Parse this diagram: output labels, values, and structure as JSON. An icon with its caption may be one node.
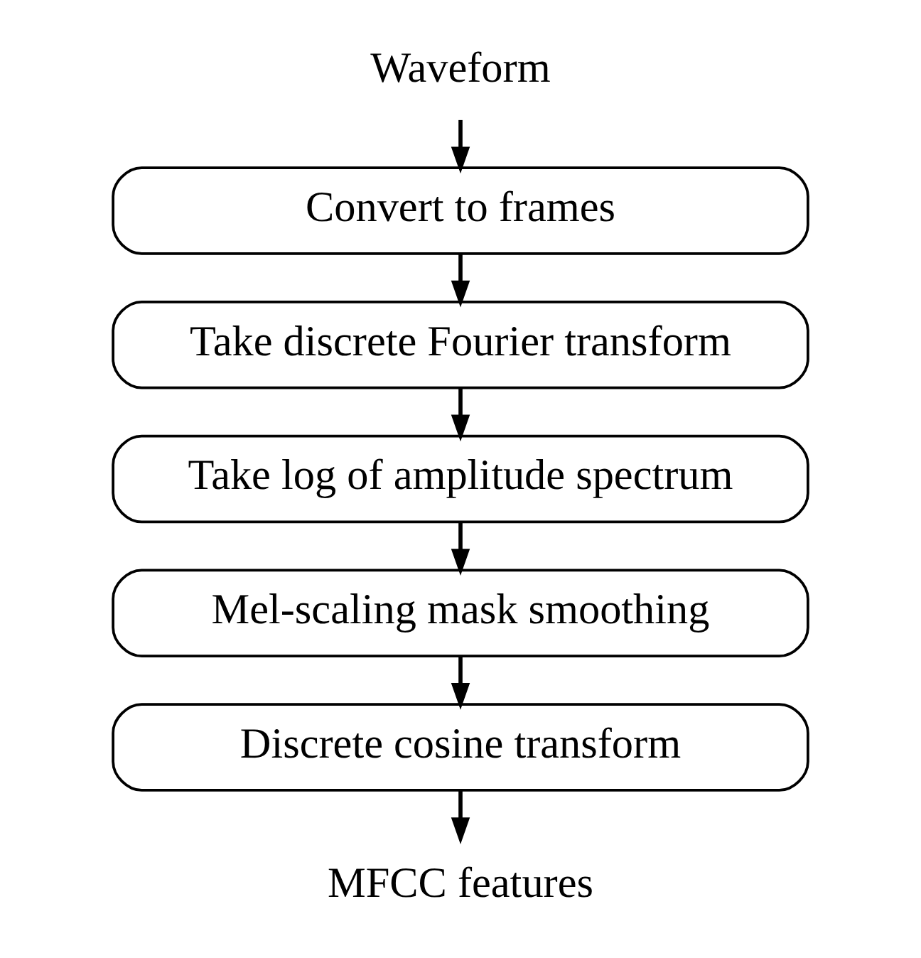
{
  "diagram": {
    "nodes": [
      {
        "text": [
          "Waveform"
        ]
      },
      {
        "text": [
          "Convert to frames"
        ]
      },
      {
        "text": [
          "Take discrete Fourier transform"
        ]
      },
      {
        "text": [
          "Take log of amplitude spectrum"
        ]
      },
      {
        "text": [
          "Mel-scaling mask smoothing"
        ]
      },
      {
        "text": [
          "Discrete cosine transform"
        ]
      },
      {
        "text": [
          "MFCC features"
        ]
      }
    ],
    "edges": [
      {
        "from": 0,
        "to": 1,
        "arrow": "to"
      },
      {
        "from": 1,
        "to": 2,
        "arrow": "to"
      },
      {
        "from": 2,
        "to": 3,
        "arrow": "to"
      },
      {
        "from": 3,
        "to": 4,
        "arrow": "to"
      },
      {
        "from": 4,
        "to": 5,
        "arrow": "to"
      },
      {
        "from": 5,
        "to": 6,
        "arrow": "to"
      }
    ]
  }
}
